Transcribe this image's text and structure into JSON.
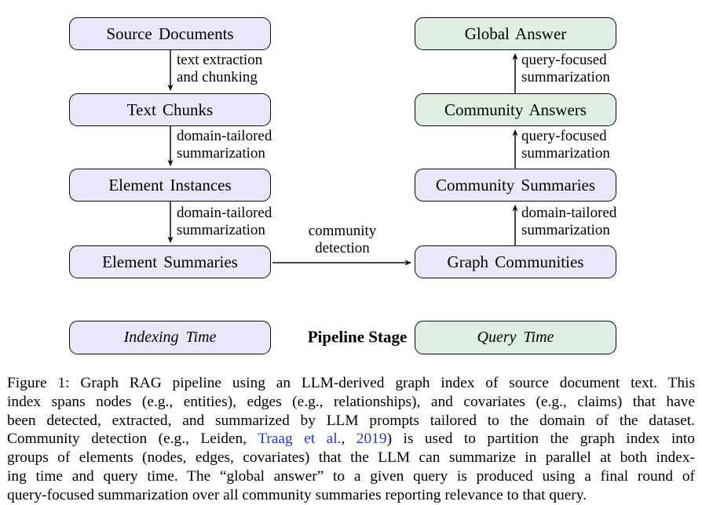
{
  "diagram": {
    "nodes": [
      {
        "label": "Source Documents",
        "kind": "indexing"
      },
      {
        "label": "Text Chunks",
        "kind": "indexing"
      },
      {
        "label": "Element Instances",
        "kind": "indexing"
      },
      {
        "label": "Element Summaries",
        "kind": "indexing"
      },
      {
        "label": "Graph Communities",
        "kind": "indexing"
      },
      {
        "label": "Community Summaries",
        "kind": "indexing"
      },
      {
        "label": "Community Answers",
        "kind": "query"
      },
      {
        "label": "Global Answer",
        "kind": "query"
      }
    ],
    "edge_labels": [
      {
        "lines": [
          "text extraction",
          "and chunking"
        ]
      },
      {
        "lines": [
          "domain-tailored",
          "summarization"
        ]
      },
      {
        "lines": [
          "domain-tailored",
          "summarization"
        ]
      },
      {
        "lines": [
          "community",
          "detection"
        ]
      },
      {
        "lines": [
          "domain-tailored",
          "summarization"
        ]
      },
      {
        "lines": [
          "query-focused",
          "summarization"
        ]
      },
      {
        "lines": [
          "query-focused",
          "summarization"
        ]
      }
    ],
    "legend": {
      "indexing_label": "Indexing Time",
      "center_label": "Pipeline Stage",
      "query_label": "Query Time"
    },
    "colors": {
      "indexing_fill": "#e8e8fa",
      "query_fill": "#dfeee3",
      "border": "#0a0a0a",
      "citation_link": "#2338c5"
    }
  },
  "caption": {
    "lines": [
      {
        "segments": [
          {
            "text": "Figure 1: Graph RAG pipeline using an LLM-derived graph index of source document text. This"
          }
        ]
      },
      {
        "segments": [
          {
            "text": "index spans nodes (e.g., entities), edges (e.g., relationships), and covariates (e.g., claims) that have"
          }
        ]
      },
      {
        "segments": [
          {
            "text": "been detected, extracted, and summarized by LLM prompts tailored to the domain of the dataset."
          }
        ]
      },
      {
        "segments": [
          {
            "text": "Community detection (e.g., Leiden, "
          },
          {
            "text": "Traag et al."
          },
          {
            "text": ", "
          },
          {
            "text": "2019"
          },
          {
            "text": ") is used to partition the graph index into"
          }
        ]
      },
      {
        "segments": [
          {
            "text": "groups of elements (nodes, edges, covariates) that the LLM can summarize in parallel at both index-"
          }
        ]
      },
      {
        "segments": [
          {
            "text": "ing time and query time. The “global answer” to a given query is produced using a final round of"
          }
        ]
      },
      {
        "segments": [
          {
            "text": "query-focused summarization over all community summaries reporting relevance to that query."
          }
        ]
      }
    ]
  }
}
